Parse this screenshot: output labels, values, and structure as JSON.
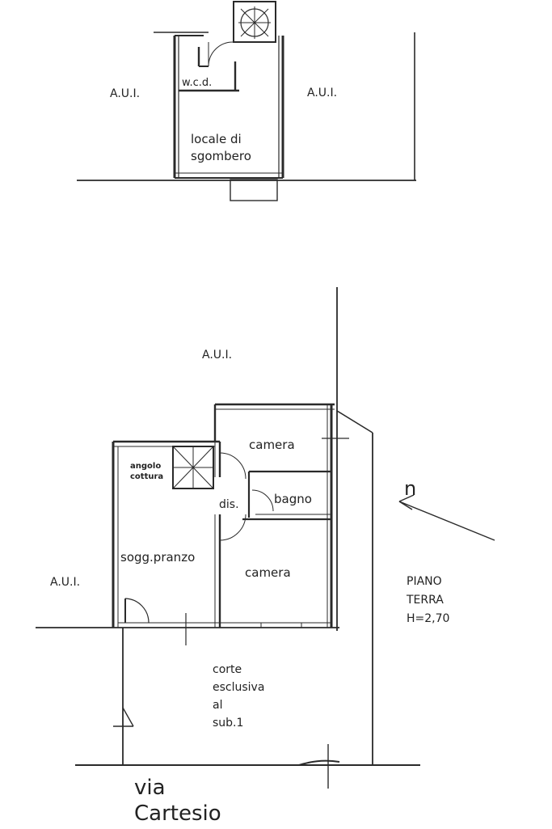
{
  "upper_plan": {
    "aui_left": "A.U.I.",
    "aui_right": "A.U.I.",
    "wc": "w.c.d.",
    "room_line1": "locale di",
    "room_line2": "sgombero"
  },
  "lower_plan": {
    "aui_top": "A.U.I.",
    "aui_left": "A.U.I.",
    "camera_top": "camera",
    "angolo_line1": "angolo",
    "angolo_line2": "cottura",
    "bagno": "bagno",
    "dis": "dis.",
    "soggiorno": "sogg.pranzo",
    "camera_bottom": "camera",
    "corte_line1": "corte",
    "corte_line2": "esclusiva",
    "corte_line3": "al",
    "corte_line4": "sub.1",
    "floor_line1": "PIANO",
    "floor_line2": "TERRA",
    "floor_line3": "H=2,70",
    "north": "n",
    "street_line1": "via",
    "street_line2": "Cartesio"
  }
}
